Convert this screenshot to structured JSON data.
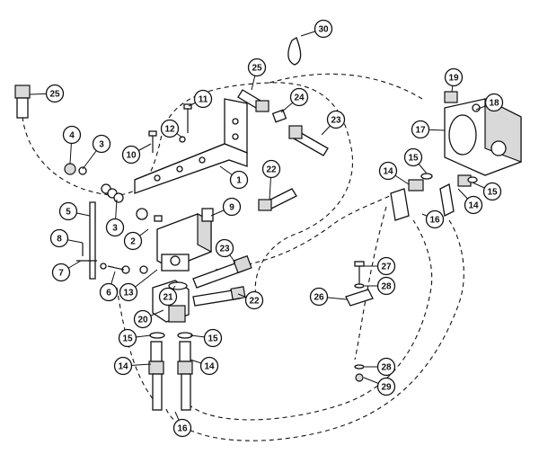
{
  "callouts": [
    {
      "label": "1"
    },
    {
      "label": "2"
    },
    {
      "label": "3"
    },
    {
      "label": "3"
    },
    {
      "label": "4"
    },
    {
      "label": "5"
    },
    {
      "label": "6"
    },
    {
      "label": "7"
    },
    {
      "label": "8"
    },
    {
      "label": "9"
    },
    {
      "label": "10"
    },
    {
      "label": "11"
    },
    {
      "label": "12"
    },
    {
      "label": "13"
    },
    {
      "label": "14"
    },
    {
      "label": "14"
    },
    {
      "label": "14"
    },
    {
      "label": "14"
    },
    {
      "label": "15"
    },
    {
      "label": "15"
    },
    {
      "label": "15"
    },
    {
      "label": "15"
    },
    {
      "label": "16"
    },
    {
      "label": "16"
    },
    {
      "label": "17"
    },
    {
      "label": "18"
    },
    {
      "label": "19"
    },
    {
      "label": "20"
    },
    {
      "label": "21"
    },
    {
      "label": "22"
    },
    {
      "label": "22"
    },
    {
      "label": "23"
    },
    {
      "label": "23"
    },
    {
      "label": "24"
    },
    {
      "label": "25"
    },
    {
      "label": "25"
    },
    {
      "label": "26"
    },
    {
      "label": "27"
    },
    {
      "label": "28"
    },
    {
      "label": "28"
    },
    {
      "label": "29"
    },
    {
      "label": "30"
    }
  ]
}
